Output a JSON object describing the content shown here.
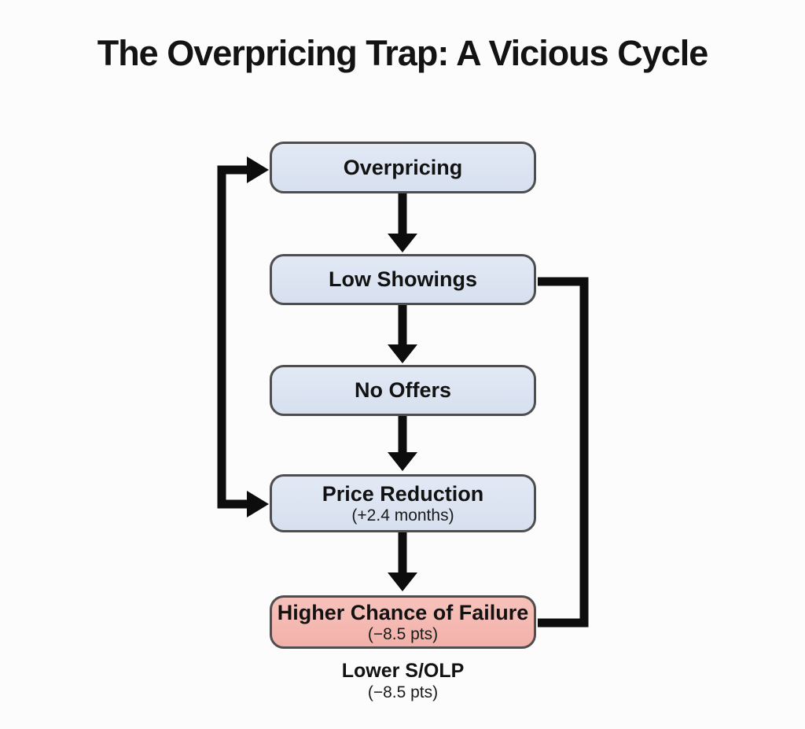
{
  "title": "The Overpricing Trap: A Vicious Cycle",
  "diagram": {
    "nodes": [
      {
        "id": "overpricing",
        "label": "Overpricing",
        "sublabel": "",
        "fill": "#dbe3f1"
      },
      {
        "id": "low-showings",
        "label": "Low Showings",
        "sublabel": "",
        "fill": "#dbe3f1"
      },
      {
        "id": "no-offers",
        "label": "No Offers",
        "sublabel": "",
        "fill": "#dbe3f1"
      },
      {
        "id": "price-reduction",
        "label": "Price Reduction",
        "sublabel": "(+2.4 months)",
        "fill": "#dbe3f1"
      },
      {
        "id": "higher-chance-of-failure",
        "label": "Higher Chance of Failure",
        "sublabel": "(−8.5 pts)",
        "fill": "#f5b9b3"
      }
    ],
    "edges": [
      {
        "from": "overpricing",
        "to": "low-showings",
        "type": "down-arrow"
      },
      {
        "from": "low-showings",
        "to": "no-offers",
        "type": "down-arrow"
      },
      {
        "from": "no-offers",
        "to": "price-reduction",
        "type": "down-arrow"
      },
      {
        "from": "price-reduction",
        "to": "higher-chance-of-failure",
        "type": "down-arrow"
      },
      {
        "from": "price-reduction",
        "to": "overpricing",
        "type": "left-loop-double-arrow"
      },
      {
        "from": "higher-chance-of-failure",
        "to": "low-showings",
        "type": "right-loop"
      }
    ],
    "footnote": {
      "label": "Lower S/OLP",
      "sublabel": "(−8.5 pts)"
    },
    "colors": {
      "background": "#fcfcfc",
      "node_blue": "#dbe3f1",
      "node_red": "#f5b9b3",
      "node_border": "#4e4e4e",
      "connector": "#0d0d0d",
      "text": "#131313"
    }
  }
}
